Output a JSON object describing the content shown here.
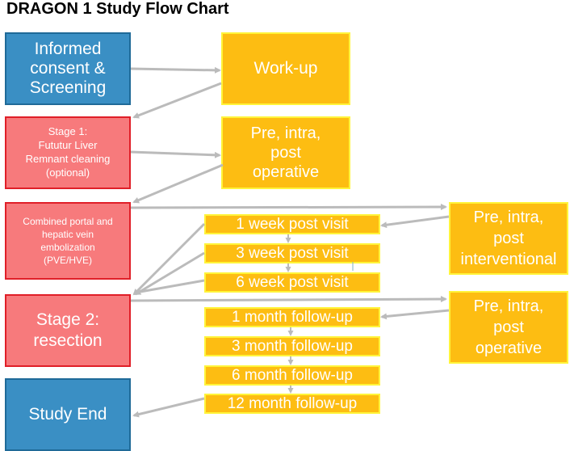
{
  "title": "DRAGON 1 Study Flow Chart",
  "colors": {
    "blue": "#3a8fc4",
    "red": "#f77a7c",
    "orange": "#fdbd12",
    "arrow": "#bbbbbb"
  },
  "boxes": {
    "consent": "Informed\nconsent &\nScreening",
    "workup": "Work-up",
    "stage1": "Stage 1:\nFututur Liver\nRemnant cleaning\n(optional)",
    "stage1_periop": "Pre, intra,\npost\noperative",
    "pve": "Combined portal and\nhepatic vein\nembolization\n(PVE/HVE)",
    "interventional": "Pre, intra,\npost\ninterventional",
    "stage2": "Stage 2:\nresection",
    "stage2_periop": "Pre, intra,\npost\noperative",
    "study_end": "Study End"
  },
  "post_visits": [
    "1 week post visit",
    "3 week post visit",
    "6 week post visit"
  ],
  "followups": [
    "1 month follow-up",
    "3 month follow-up",
    "6 month follow-up",
    "12 month follow-up"
  ]
}
